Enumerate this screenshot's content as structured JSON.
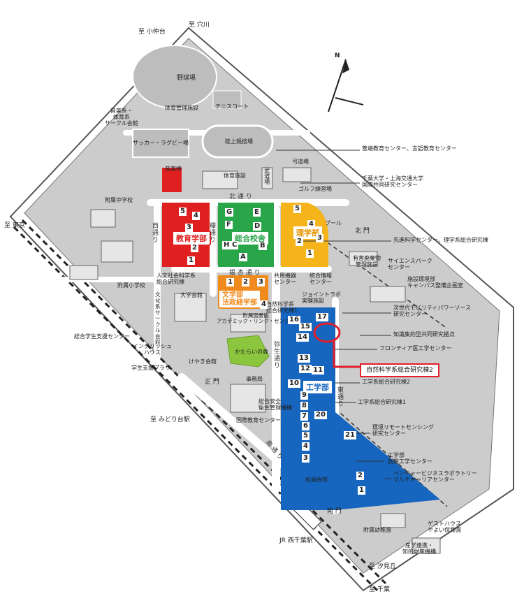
{
  "directions": {
    "top_ana": "至 穴川",
    "top_konakadai": "至 小仲台",
    "left_tokyo": "至 東京",
    "midoridai": "至 みどり台駅",
    "shiomi": "至 汐見丘",
    "chiba": "至 千葉"
  },
  "station": "JR 西千葉駅",
  "compass_north": "N",
  "faculties": {
    "education": "教育学部",
    "general": "総合校舎",
    "science": "理学部",
    "humanities": "文学部\n法政経学部",
    "engineering": "工学部"
  },
  "roads": {
    "kita": "北 通 り",
    "nishi": "西\n通\nり",
    "keyaki": "欅\n通\nり",
    "icho": "銀 杏 通 り",
    "yayoi": "弥\n生\n通\nり",
    "higashi": "東\n通\nり",
    "minami_road": "南 通 り"
  },
  "gates": {
    "kitamon": "北 門",
    "seimon": "正 門",
    "minamimon": "南 門"
  },
  "labels": {
    "yakyu": "野球場",
    "ongakukei": "音楽系・\n体育系\nサークル会館",
    "taiiku_kanri": "体育管理施設",
    "tennis": "テニスコート",
    "soccer": "サッカー・ラグビー場",
    "rikujo": "陸上競技場",
    "ongakuto": "音楽棟",
    "taiikushisetsu": "体育施設",
    "budojo": "武道場",
    "kyudojo": "弓道場",
    "golf": "ゴルフ練習場",
    "pool": "プール",
    "fuzoku_chu": "附属中学校",
    "fuzoku_sho": "附属小学校",
    "jinbun": "人文社会科学系\n総合研究棟",
    "daigakukaikan": "大学会館",
    "bunkakei": "文\n化\n系\nサ\nー\nク\nル\n会\n館",
    "kyoyo_kiki": "共用機器\nセンター",
    "togo_joho": "統合情報\nセンター",
    "yugai": "有害廃棄物\n管理施設",
    "science_park": "サイエンスパーク\nセンター",
    "shisetsu": "施設環境部\nキャンパス整備企画室",
    "joint_lab": "ジョイントラボ\n実験施設",
    "shizen_kagaku": "自然科学系\n総合研究棟1",
    "fuzoku_tosho": "附属図書館\nアカデミック・リンク・センター",
    "katarai": "かたらいの森",
    "sogo_gakusei": "総合学生支援センター",
    "english_house": "イングリッシュ\nハウス",
    "keyaki_kaikan": "けやき会館",
    "gakusei_plaza": "学生支援プラザ",
    "jimukyoku": "事務局",
    "sogo_anzen": "総合安全\n衛生管理機構",
    "kokusai_kyoiku": "国際教育センター",
    "shoin_kaikan": "松韻会館",
    "fuzoku_yochien": "附属幼稚園",
    "guest_house": "ゲストハウス\nやよい保育園",
    "sangaku": "産学連携・\n知的財産機構",
    "highlight": "自然科学系総合研究棟2"
  },
  "callouts": [
    "普遍教育センター、言語教育センター",
    "千葉大学・上海交通大学\n国際共同研究センター",
    "先進科学センター、理学系総合研究棟",
    "次世代モビリティパワーソース\n研究センター",
    "知識集約型共同研究拠点",
    "フロンティア医工学センター",
    "工学系総合研究棟2",
    "工学系総合研究棟1",
    "環境リモートセンシング\n研究センター",
    "工学部\n創造工学センター",
    "ベンチャービジネスラボラトリー\nマルチキャリアセンター"
  ],
  "colors": {
    "campus": "#c9c9c9",
    "road": "#ffffff",
    "education": "#e02020",
    "general": "#2aa64a",
    "science": "#f5b419",
    "humanities": "#f08a1c",
    "engineering": "#1666c0",
    "highlight": "#e0202c"
  },
  "building_numbers": {
    "education": [
      "5",
      "4",
      "3",
      "2",
      "1"
    ],
    "general": [
      "G",
      "E",
      "F",
      "D",
      "H",
      "C",
      "A",
      "B"
    ],
    "science": [
      "5",
      "4",
      "3",
      "2",
      "1"
    ],
    "humanities": [
      "1",
      "2",
      "3",
      "4"
    ],
    "engineering": [
      "17",
      "16",
      "15",
      "14",
      "13",
      "12",
      "11",
      "10",
      "9",
      "8",
      "7",
      "20",
      "6",
      "5",
      "4",
      "3",
      "21",
      "2",
      "1"
    ]
  }
}
